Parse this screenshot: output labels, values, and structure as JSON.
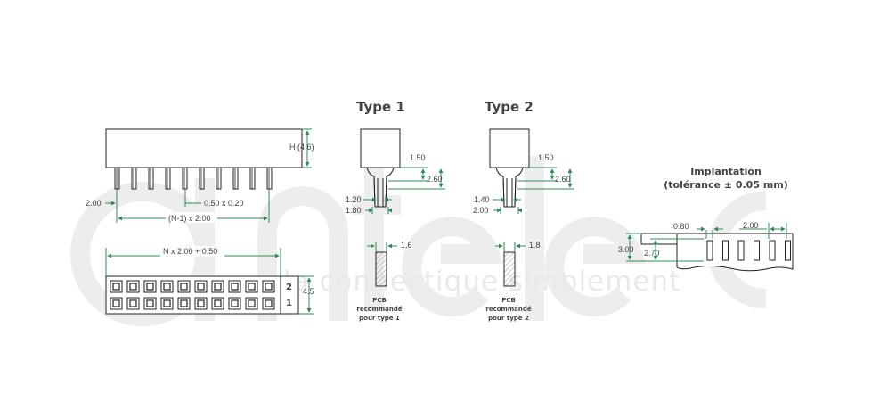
{
  "watermark": {
    "logo_name": "antelec-logo",
    "tagline": "la connectique simplement"
  },
  "front_view": {
    "height_label": "H (4.6)",
    "pitch_label": "2.00",
    "pin_label": "0.50 x 0.20",
    "span_label": "(N-1) x 2.00"
  },
  "top_view": {
    "length_label": "N x 2.00 + 0.50",
    "height_label": "4.5",
    "row_labels": [
      "2",
      "1"
    ]
  },
  "type1": {
    "title": "Type 1",
    "dim_a": "1.50",
    "dim_b": "2.60",
    "dim_c": "1.20",
    "dim_d": "1.80",
    "pcb_hole": "1.6",
    "pcb_note": [
      "PCB",
      "recommandé",
      "pour type 1"
    ]
  },
  "type2": {
    "title": "Type 2",
    "dim_a": "1.50",
    "dim_b": "2.60",
    "dim_c": "1.40",
    "dim_d": "2.00",
    "pcb_hole": "1.8",
    "pcb_note": [
      "PCB",
      "recommandé",
      "pour type 2"
    ]
  },
  "implantation": {
    "title": "Implantation",
    "tolerance": "(tolérance ± 0.05 mm)",
    "slot_width": "0.80",
    "pitch": "2.00",
    "outer": "3.00",
    "inner": "2.70"
  },
  "colors": {
    "dimension": "#2e8b57",
    "outline": "#222222",
    "text": "#444444",
    "watermark": "#e9e9e9"
  }
}
